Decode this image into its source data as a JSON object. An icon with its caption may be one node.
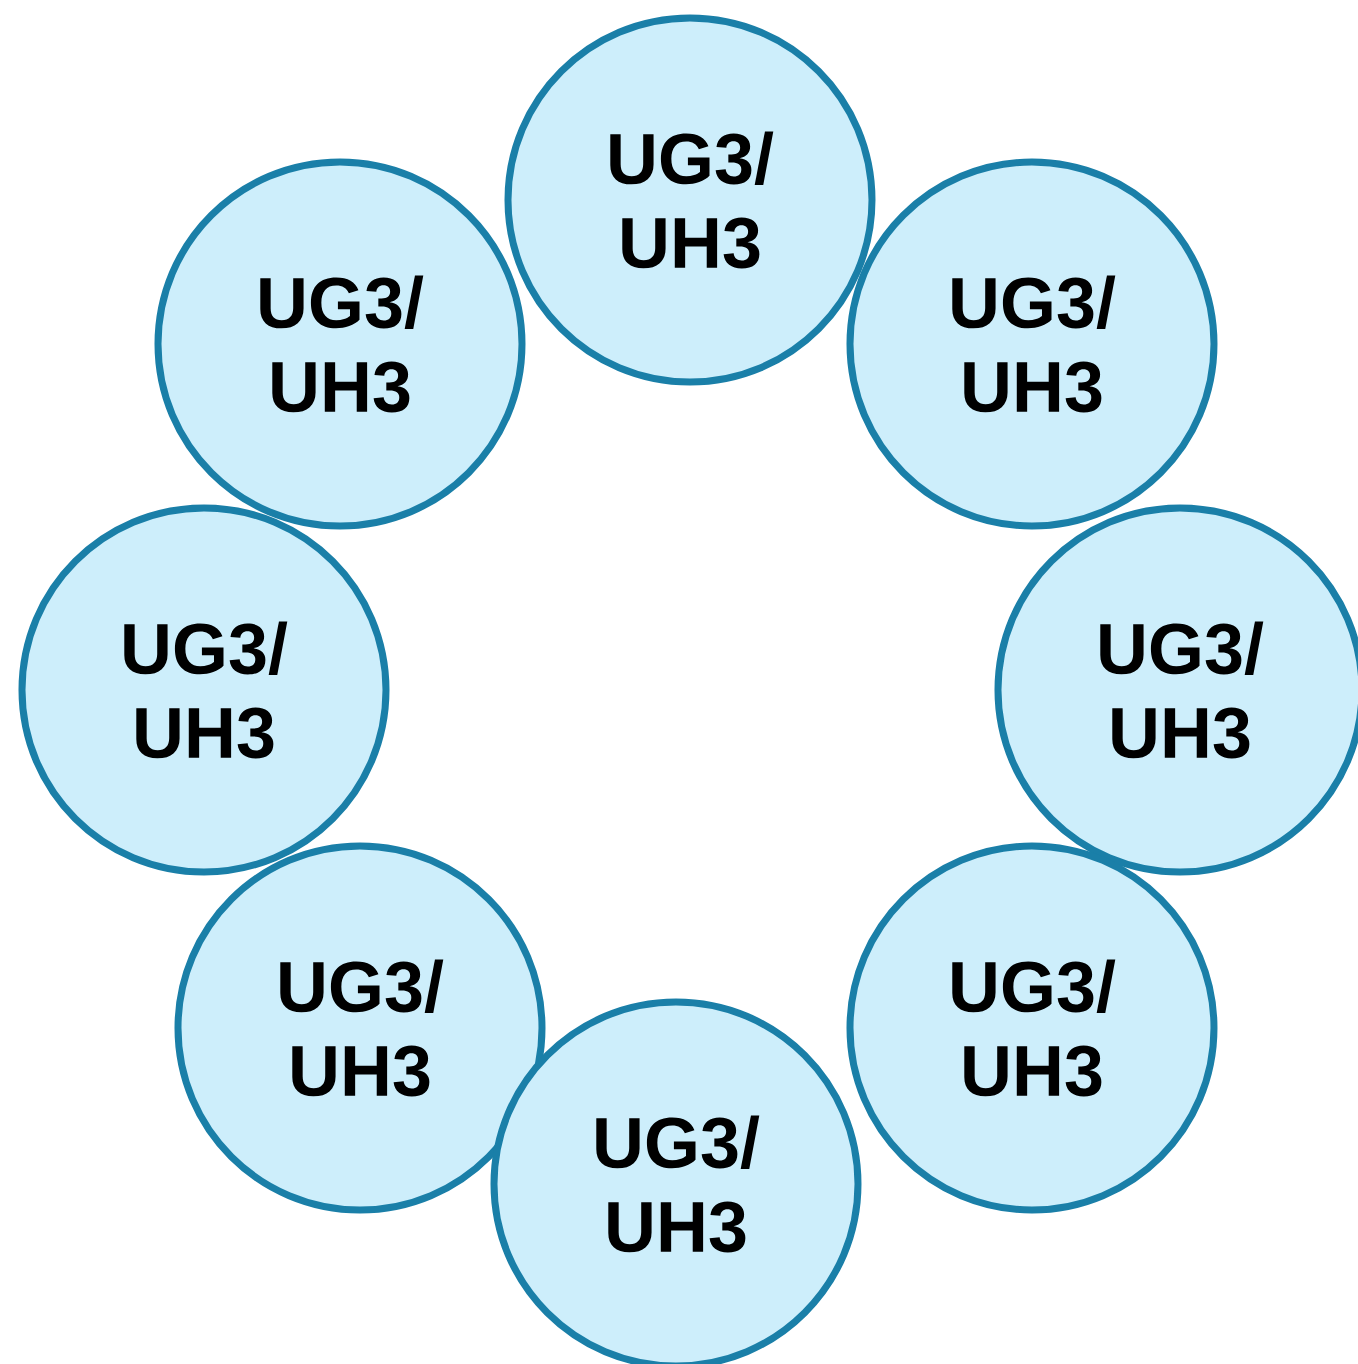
{
  "diagram": {
    "nodes": [
      {
        "text": [
          "UG3/ UH3"
        ]
      },
      {
        "text": [
          "UG3/ UH3"
        ]
      },
      {
        "text": [
          "UG3/ UH3"
        ]
      },
      {
        "text": [
          "UG3/ UH3"
        ]
      },
      {
        "text": [
          "UG3/ UH3"
        ]
      },
      {
        "text": [
          "UG3/ UH3"
        ]
      },
      {
        "text": [
          "UG3/ UH3"
        ]
      },
      {
        "text": [
          "UG3/ UH3"
        ]
      }
    ]
  }
}
